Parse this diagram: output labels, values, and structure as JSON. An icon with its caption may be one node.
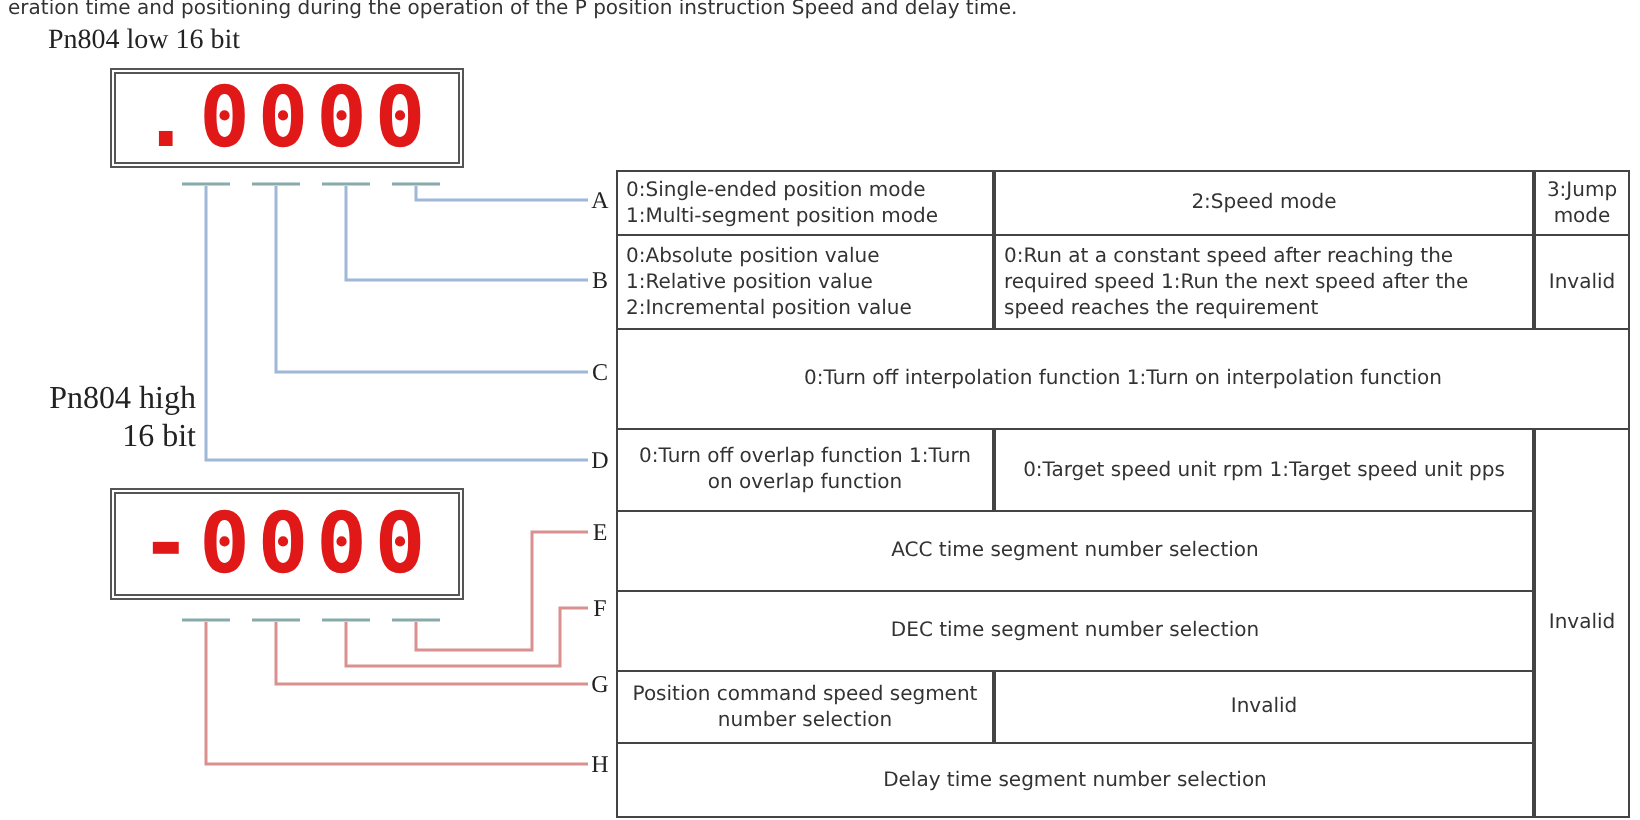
{
  "diagram": {
    "nodes": [
      {
        "text": [
          "Pn804 low 16 bit",
          ".0000"
        ]
      },
      {
        "text": [
          "Pn804 high 16 bit",
          "-0000"
        ]
      },
      {
        "text": [
          "A"
        ]
      },
      {
        "text": [
          "B"
        ]
      },
      {
        "text": [
          "C"
        ]
      },
      {
        "text": [
          "D"
        ]
      },
      {
        "text": [
          "E"
        ]
      },
      {
        "text": [
          "F"
        ]
      },
      {
        "text": [
          "G"
        ]
      },
      {
        "text": [
          "H"
        ]
      }
    ],
    "edges": [
      {
        "from": 0,
        "to": 2,
        "arrow": "none",
        "color": "#9fb8d8"
      },
      {
        "from": 0,
        "to": 3,
        "arrow": "none",
        "color": "#9fb8d8"
      },
      {
        "from": 0,
        "to": 4,
        "arrow": "none",
        "color": "#9fb8d8"
      },
      {
        "from": 0,
        "to": 5,
        "arrow": "none",
        "color": "#9fb8d8"
      },
      {
        "from": 1,
        "to": 6,
        "arrow": "none",
        "color": "#d9908f"
      },
      {
        "from": 1,
        "to": 7,
        "arrow": "none",
        "color": "#d9908f"
      },
      {
        "from": 1,
        "to": 8,
        "arrow": "none",
        "color": "#d9908f"
      },
      {
        "from": 1,
        "to": 9,
        "arrow": "none",
        "color": "#d9908f"
      }
    ],
    "labels": [
      "eration time and positioning during the operation of the P position instruction Speed and delay time.",
      "0:Single-ended position mode 1:Multi-segment position mode",
      "2:Speed mode",
      "3:Jump mode",
      "0:Absolute position value 1:Relative position value 2:Incremental position value",
      "0:Run at a constant speed after reaching the required speed 1:Run the next speed after the speed reaches the requirement",
      "Invalid",
      "0:Turn off interpolation function 1:Turn on interpolation function",
      "0:Turn off overlap function 1:Turn on overlap function",
      "0:Target speed unit rpm 1:Target speed unit pps",
      "Invalid",
      "ACC time segment number selection",
      "DEC time segment number selection",
      "Position command speed segment number selection",
      "Invalid",
      "Delay time segment number selection"
    ]
  }
}
